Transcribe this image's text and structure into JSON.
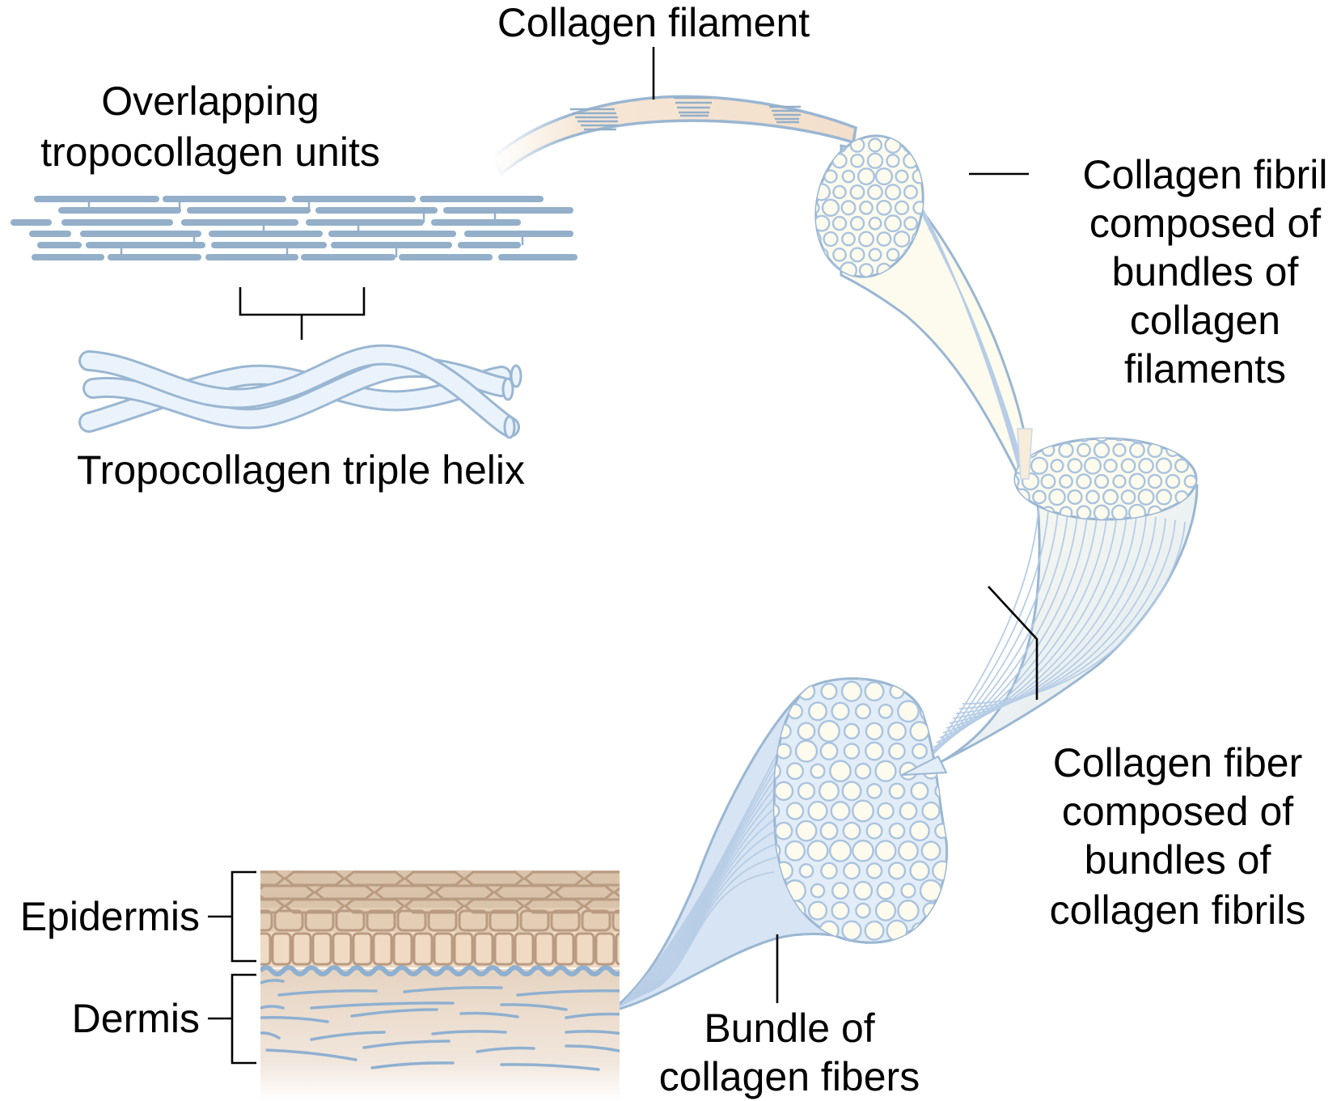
{
  "diagram": {
    "title": "Collagen structural hierarchy",
    "labels": {
      "collagen_filament": "Collagen filament",
      "overlapping_units": [
        "Overlapping",
        "tropocollagen units"
      ],
      "triple_helix": "Tropocollagen triple helix",
      "collagen_fibril": [
        "Collagen fibril",
        "composed of",
        "bundles of",
        "collagen",
        "filaments"
      ],
      "collagen_fiber": [
        "Collagen fiber",
        "composed of",
        "bundles of",
        "collagen fibrils"
      ],
      "bundle_of_fibers": [
        "Bundle of",
        "collagen fibers"
      ],
      "epidermis": "Epidermis",
      "dermis": "Dermis"
    },
    "colors": {
      "structure_outline": "#9ab6d2",
      "structure_fill": "#fdfbee",
      "bundle_fill": "#d6e4f3",
      "filament_fill": "#f6e6d5",
      "tropocollagen_unit": "#93afc9",
      "epidermis_top": "#d9c3ab",
      "epidermis_basal": "#f0dac3",
      "dermis_fill": "#e8d8c8",
      "text": "#000000"
    }
  }
}
